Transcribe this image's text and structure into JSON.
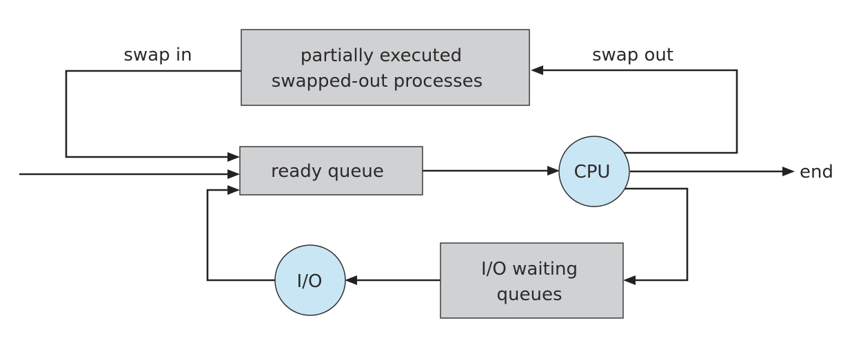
{
  "nodes": {
    "swapped_out": {
      "line1": "partially executed",
      "line2": "swapped-out processes"
    },
    "ready_queue": "ready queue",
    "cpu": "CPU",
    "io": "I/O",
    "io_waiting": {
      "line1": "I/O waiting",
      "line2": "queues"
    }
  },
  "edge_labels": {
    "swap_in": "swap in",
    "swap_out": "swap out",
    "end": "end"
  },
  "colors": {
    "box_fill": "#d0d1d3",
    "circle_fill": "#c9e6f5",
    "line": "#222222"
  }
}
